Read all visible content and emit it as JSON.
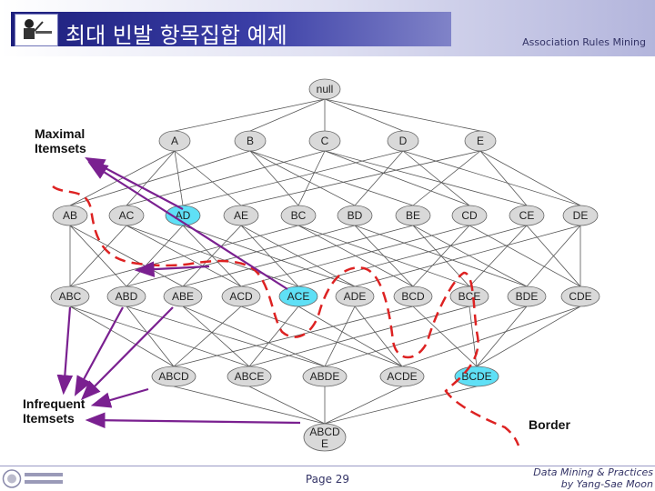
{
  "header": {
    "title": "최대 빈발 항목집합 예제",
    "subtitle": "Association Rules Mining"
  },
  "footer": {
    "page": "Page 29",
    "credit_line1": "Data Mining & Practices",
    "credit_line2": "by Yang-Sae Moon"
  },
  "labels": {
    "maximal": "Maximal\nItemsets",
    "infrequent": "Infrequent\nItemsets",
    "border": "Border"
  },
  "colors": {
    "highlight": "#5fe0f6",
    "node": "#d9d9d9",
    "border_curve": "#dd2222",
    "arrow": "#7a2090"
  },
  "lattice": {
    "levels": [
      [
        "null"
      ],
      [
        "A",
        "B",
        "C",
        "D",
        "E"
      ],
      [
        "AB",
        "AC",
        "AD",
        "AE",
        "BC",
        "BD",
        "BE",
        "CD",
        "CE",
        "DE"
      ],
      [
        "ABC",
        "ABD",
        "ABE",
        "ACD",
        "ACE",
        "ADE",
        "BCD",
        "BCE",
        "BDE",
        "CDE"
      ],
      [
        "ABCD",
        "ABCE",
        "ABDE",
        "ACDE",
        "BCDE"
      ],
      [
        "ABCDE"
      ]
    ],
    "maximal": [
      "AD",
      "ACE",
      "BCDE"
    ]
  }
}
